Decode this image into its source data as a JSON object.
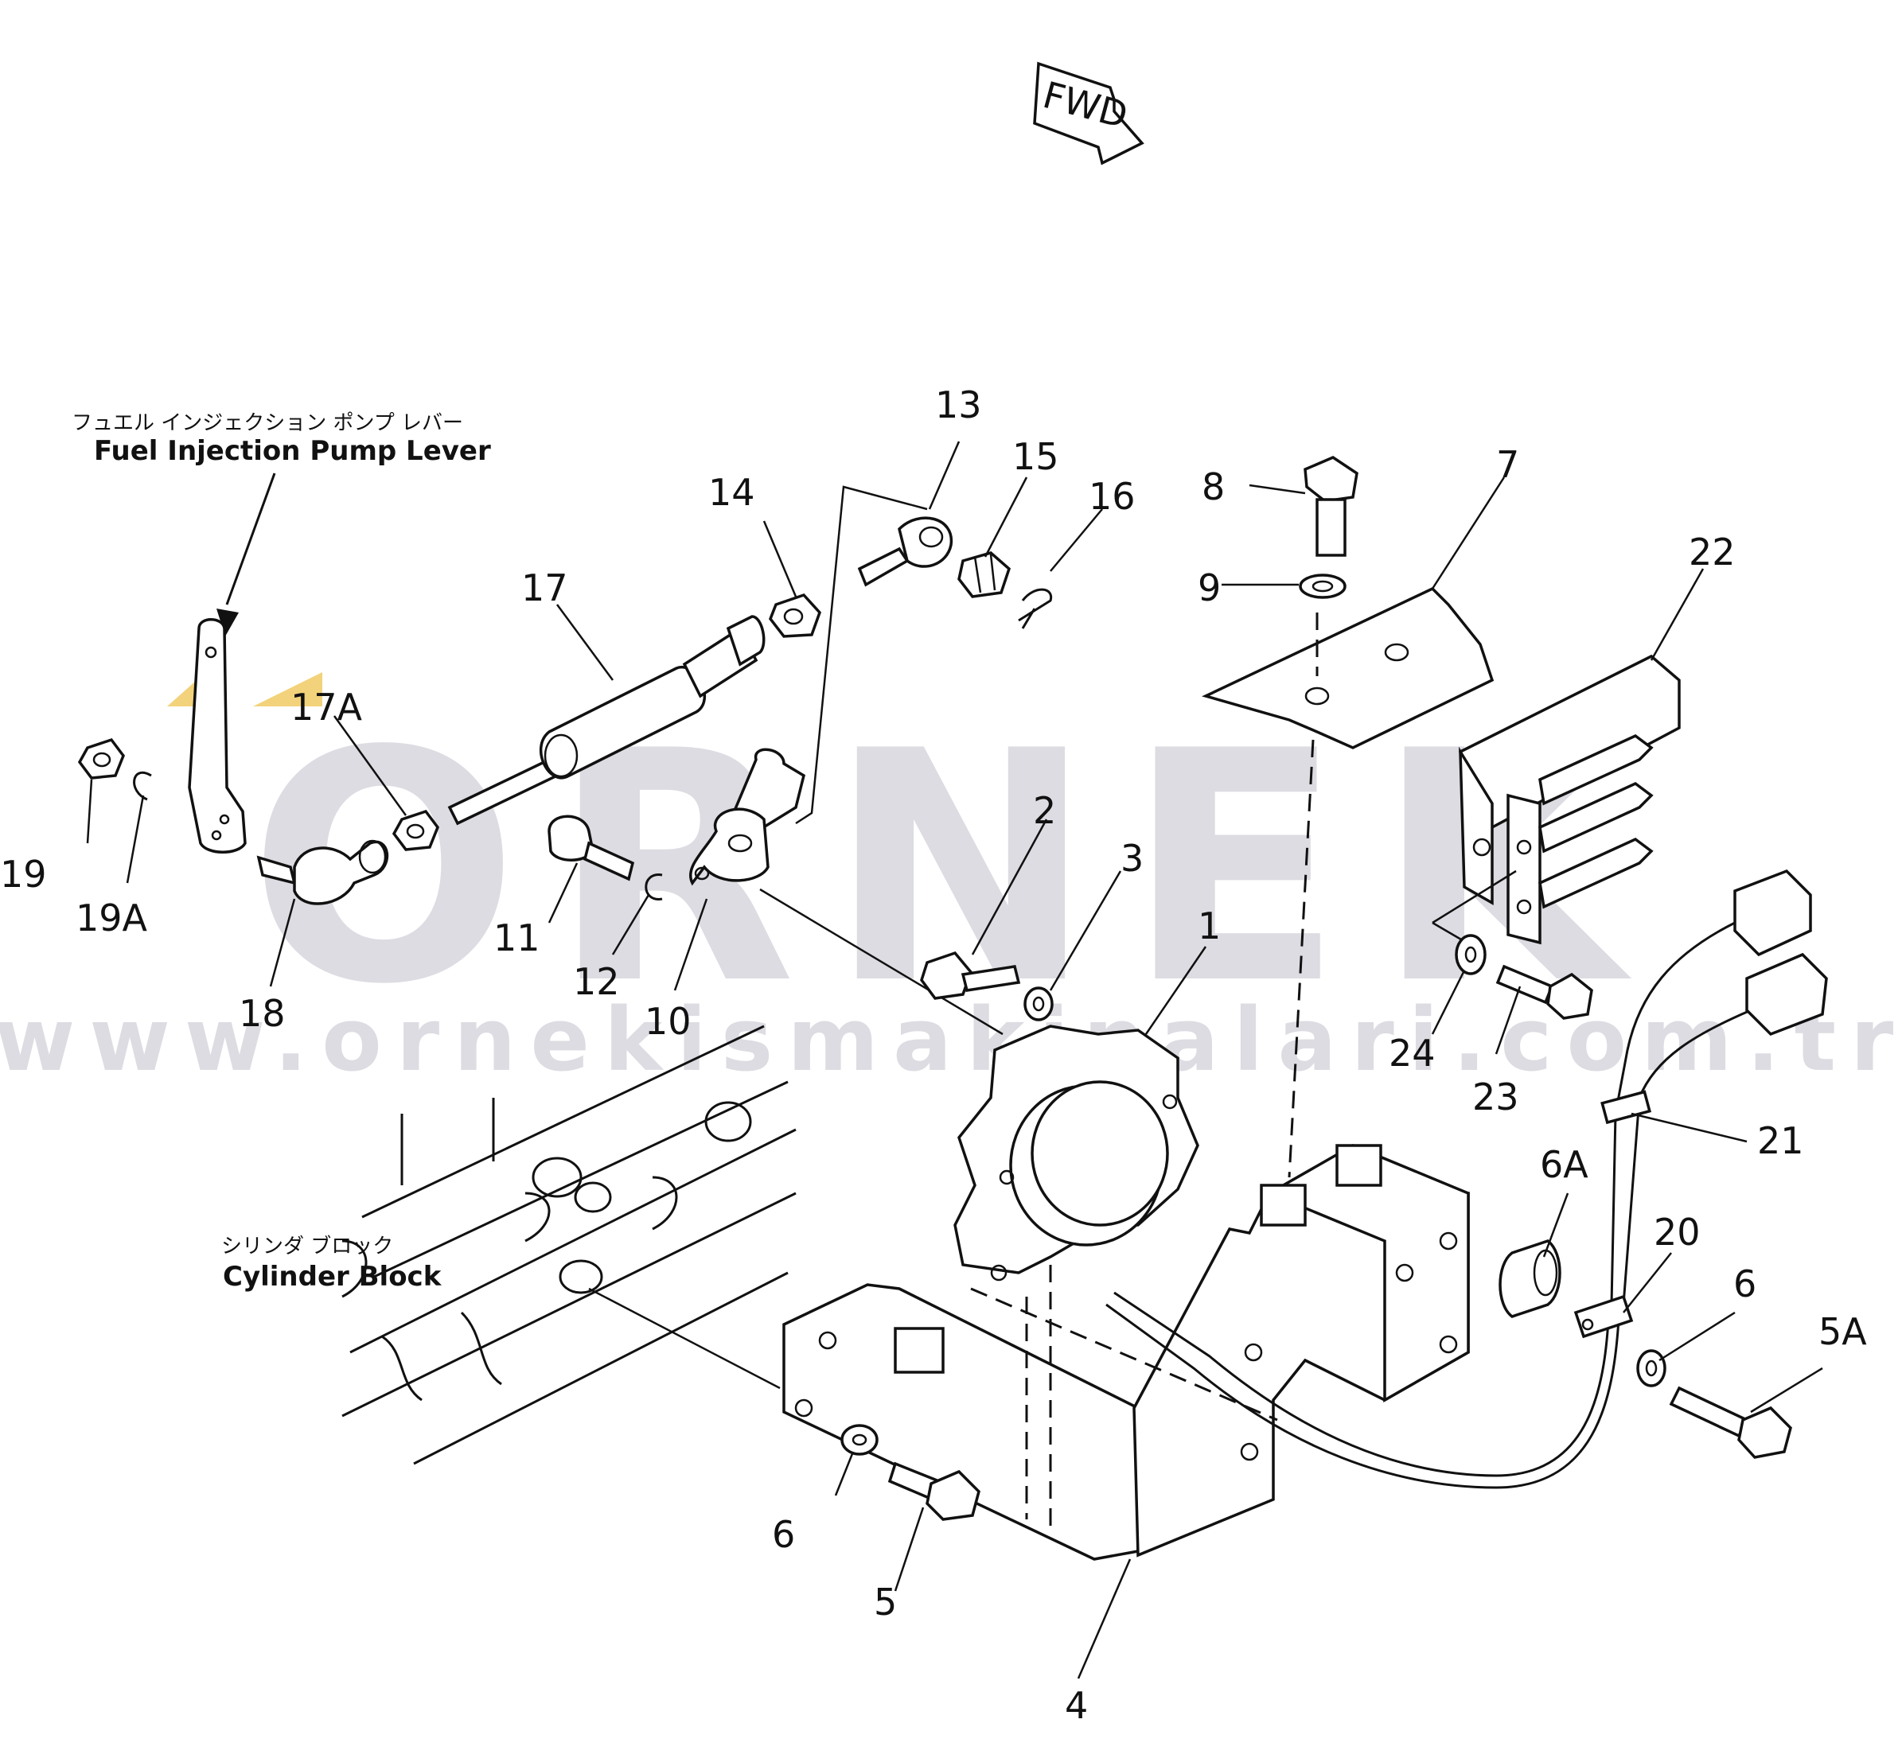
{
  "watermark": {
    "brand": "ORNEK",
    "url": "www.ornekismakinalari.com.tr"
  },
  "direction_marker": "FWD",
  "captions": [
    {
      "id": "fuel-injection-pump-lever",
      "jp": "フュエル インジェクション ポンプ レバー",
      "en": "Fuel Injection Pump Lever"
    },
    {
      "id": "cylinder-block",
      "jp": "シリンダ ブロック",
      "en": "Cylinder Block"
    }
  ],
  "part_labels": [
    "1",
    "2",
    "3",
    "4",
    "5",
    "5A",
    "6",
    "6",
    "6A",
    "7",
    "8",
    "9",
    "10",
    "11",
    "12",
    "13",
    "14",
    "15",
    "16",
    "17",
    "17A",
    "18",
    "19",
    "19A",
    "20",
    "21",
    "22",
    "23",
    "24"
  ],
  "colors": {
    "line": "#111111",
    "watermark": "#dcdce2",
    "accent": "#f2d27a"
  }
}
